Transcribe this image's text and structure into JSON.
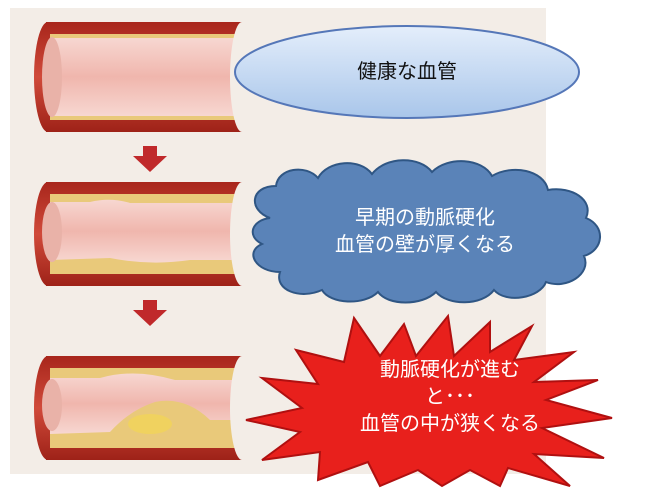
{
  "stages": [
    {
      "lines": [
        "健康な血管"
      ],
      "shape": "ellipse"
    },
    {
      "lines": [
        "早期の動脈硬化",
        "血管の壁が厚くなる"
      ],
      "shape": "cloud"
    },
    {
      "lines": [
        "動脈硬化が進む",
        "と･･･",
        "血管の中が狭くなる"
      ],
      "shape": "explosion"
    }
  ],
  "colors": {
    "panel": "#f3ede7",
    "vessel_wall": "#c0392b",
    "vessel_lumen": "#f4c9c2",
    "plaque": "#e9d16a",
    "arrow": "#c0292b",
    "ellipse_fill": "#c7dcf3",
    "ellipse_stroke": "#5577b8",
    "cloud_fill": "#5a83b8",
    "cloud_stroke": "#2f5684",
    "explosion_fill": "#e8201c",
    "explosion_stroke": "#b01010"
  }
}
